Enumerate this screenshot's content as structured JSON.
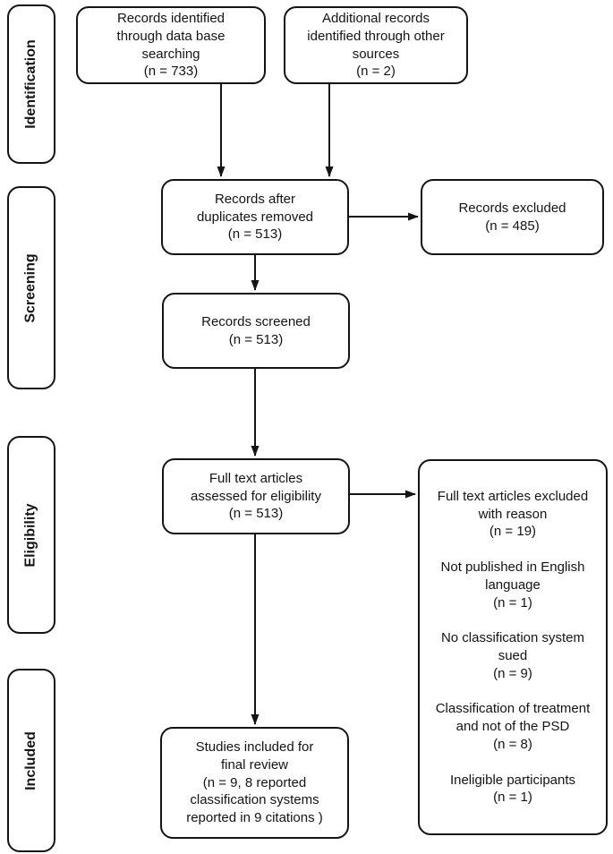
{
  "diagram": {
    "stages": [
      {
        "label": "Identification"
      },
      {
        "label": "Screening"
      },
      {
        "label": "Eligibility"
      },
      {
        "label": "Included"
      }
    ],
    "boxes": {
      "records_identified": "Records identified\nthrough data base\nsearching\n(n = 733)",
      "additional_records": "Additional records\nidentified through other\nsources\n(n = 2)",
      "duplicates_removed": "Records after\nduplicates removed\n(n = 513)",
      "records_excluded": "Records excluded\n(n = 485)",
      "records_screened": "Records screened\n(n = 513)",
      "fulltext_assessed": "Full text articles\nassessed for eligibility\n(n = 513)",
      "fulltext_excluded": "Full text articles excluded\nwith reason\n(n = 19)\n\nNot published in English\nlanguage\n(n = 1)\n\nNo classification system\nsued\n(n = 9)\n\nClassification of treatment\nand not of the PSD\n(n = 8)\n\nIneligible participants\n(n = 1)",
      "studies_included": "Studies included for\nfinal review\n(n = 9, 8 reported\nclassification systems\nreported in 9 citations )"
    },
    "colors": {
      "border": "#141414",
      "background": "#ffffff",
      "text": "#141414"
    }
  }
}
